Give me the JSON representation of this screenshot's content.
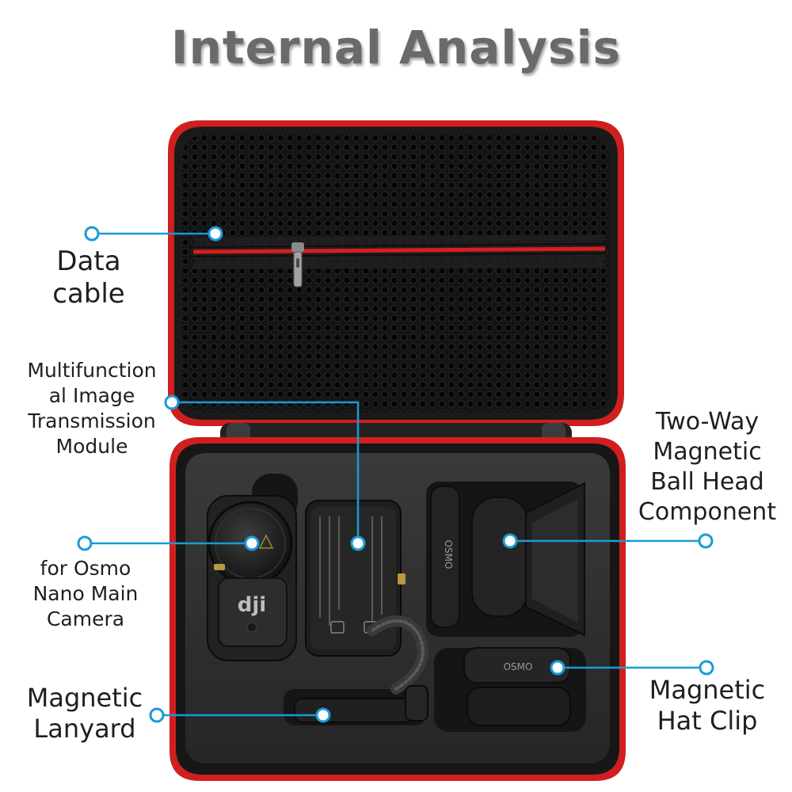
{
  "title": "Internal Analysis",
  "case_logo_text": "dji",
  "brand_text": "OSMO",
  "labels": {
    "data_cable": [
      "Data",
      "cable"
    ],
    "multifunction": [
      "Multifunction",
      "al Image",
      "Transmission",
      "Module"
    ],
    "osmo_camera": [
      "for Osmo",
      "Nano Main",
      "Camera"
    ],
    "lanyard": [
      "Magnetic",
      "Lanyard"
    ],
    "ball_head": [
      "Two-Way",
      "Magnetic",
      "Ball Head",
      "Component"
    ],
    "hat_clip": [
      "Magnetic",
      "Hat Clip"
    ]
  },
  "colors": {
    "callout": "#1a9ad6",
    "zipper": "#d81e1e",
    "case": "#1b1b1b",
    "foam": "#2e2e2e"
  }
}
